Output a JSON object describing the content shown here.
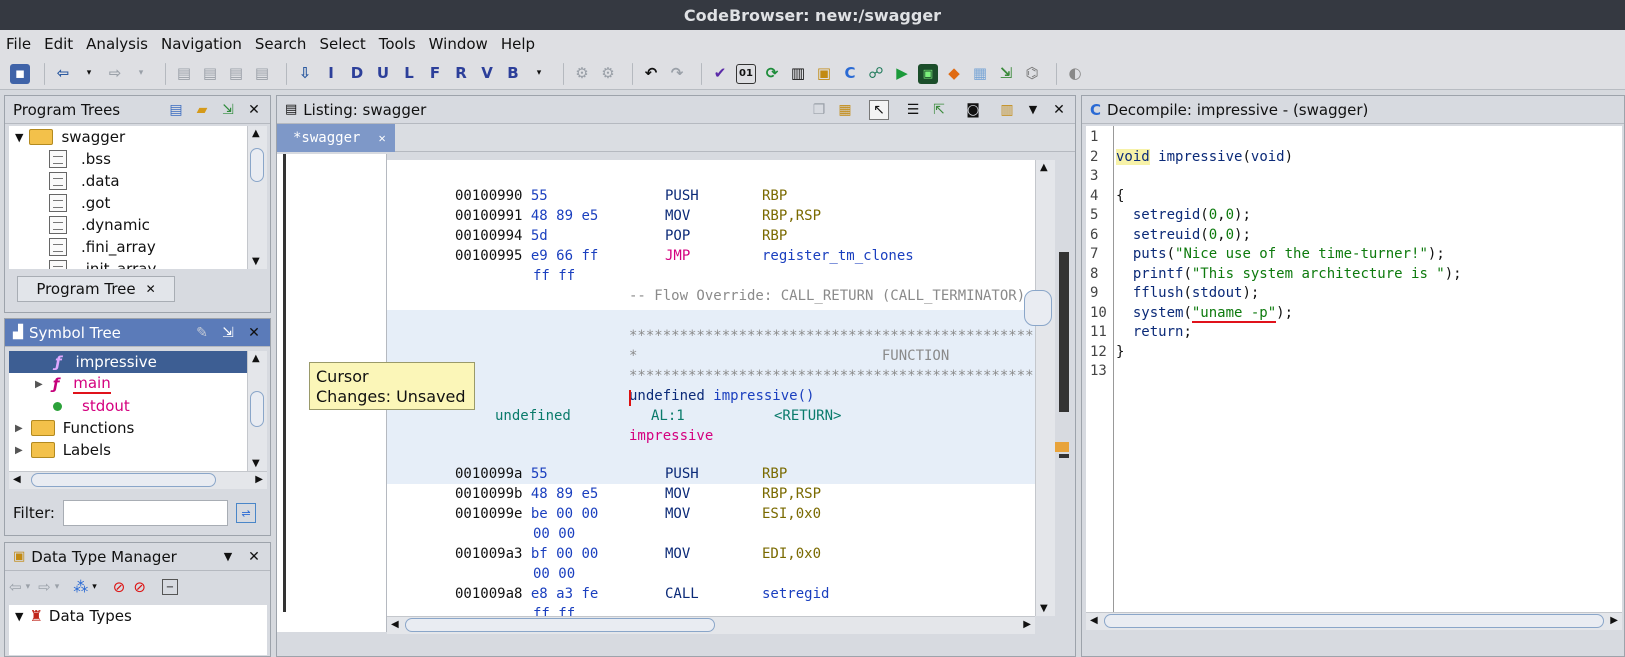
{
  "window": {
    "title": "CodeBrowser: new:/swagger"
  },
  "menu": [
    "File",
    "Edit",
    "Analysis",
    "Navigation",
    "Search",
    "Select",
    "Tools",
    "Window",
    "Help"
  ],
  "program_trees": {
    "title": "Program Trees",
    "root": "swagger",
    "items": [
      ".bss",
      ".data",
      ".got",
      ".dynamic",
      ".fini_array",
      ".init_array"
    ],
    "tab": "Program Tree"
  },
  "symbol_tree": {
    "title": "Symbol Tree",
    "items": [
      {
        "label": "impressive",
        "selected": true
      },
      {
        "label": "main"
      },
      {
        "label": "stdout"
      },
      {
        "label": "Functions"
      },
      {
        "label": "Labels"
      }
    ],
    "filter_label": "Filter:",
    "filter_value": ""
  },
  "data_type_manager": {
    "title": "Data Type Manager",
    "root": "Data Types"
  },
  "listing": {
    "title": "Listing:  swagger",
    "tab": "*swagger",
    "tooltip": {
      "line1": "Cursor",
      "line2": "Changes: Unsaved"
    },
    "rows": [
      {
        "addr": "00100990",
        "bytes": "55",
        "mnem": "PUSH",
        "op": "RBP"
      },
      {
        "addr": "00100991",
        "bytes": "48 89 e5",
        "mnem": "MOV",
        "op": "RBP,RSP"
      },
      {
        "addr": "00100994",
        "bytes": "5d",
        "mnem": "POP",
        "op": "RBP"
      },
      {
        "addr": "00100995",
        "bytes": "e9 66 ff",
        "mnem": "JMP",
        "op": "register_tm_clones"
      },
      {
        "addr": "",
        "bytes": "ff ff",
        "mnem": "",
        "op": ""
      }
    ],
    "flow_override": "-- Flow Override: CALL_RETURN (CALL_TERMINATOR)",
    "stars": "************************************************",
    "function_line": "*                             FUNCTION",
    "signature_ret": "undefined",
    "signature_name": "impressive()",
    "ret_type": "undefined",
    "ret_reg": "AL:1",
    "ret_tag": "<RETURN>",
    "func_label": "impressive",
    "rows2": [
      {
        "addr": "0010099a",
        "bytes": "55",
        "mnem": "PUSH",
        "op": "RBP"
      },
      {
        "addr": "0010099b",
        "bytes": "48 89 e5",
        "mnem": "MOV",
        "op": "RBP,RSP"
      },
      {
        "addr": "0010099e",
        "bytes": "be 00 00",
        "mnem": "MOV",
        "op": "ESI,0x0"
      },
      {
        "addr": "",
        "bytes": "00 00",
        "mnem": "",
        "op": ""
      },
      {
        "addr": "001009a3",
        "bytes": "bf 00 00",
        "mnem": "MOV",
        "op": "EDI,0x0"
      },
      {
        "addr": "",
        "bytes": "00 00",
        "mnem": "",
        "op": ""
      },
      {
        "addr": "001009a8",
        "bytes": "e8 a3 fe",
        "mnem": "CALL",
        "op": "setregid"
      },
      {
        "addr": "",
        "bytes": "ff ff",
        "mnem": "",
        "op": ""
      }
    ]
  },
  "decompile": {
    "title": "Decompile: impressive -  (swagger)",
    "lines": [
      {
        "n": "1",
        "t": ""
      },
      {
        "n": "2",
        "t": "void impressive(void)"
      },
      {
        "n": "3",
        "t": ""
      },
      {
        "n": "4",
        "t": "{"
      },
      {
        "n": "5",
        "t": "  setregid(0,0);"
      },
      {
        "n": "6",
        "t": "  setreuid(0,0);"
      },
      {
        "n": "7",
        "t": "  puts(\"Nice use of the time-turner!\");"
      },
      {
        "n": "8",
        "t": "  printf(\"This system architecture is \");"
      },
      {
        "n": "9",
        "t": "  fflush(stdout);"
      },
      {
        "n": "10",
        "t": "  system(\"uname -p\");"
      },
      {
        "n": "11",
        "t": "  return;"
      },
      {
        "n": "12",
        "t": "}"
      },
      {
        "n": "13",
        "t": ""
      }
    ]
  }
}
